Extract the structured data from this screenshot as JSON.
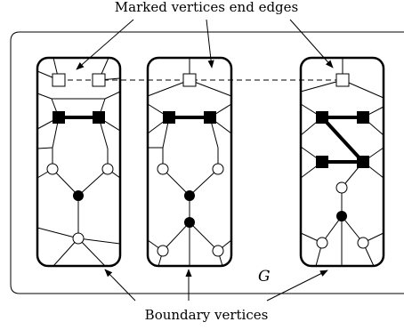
{
  "figure": {
    "top_annotation": "Marked vertices end edges",
    "bottom_annotation": "Boundary vertices",
    "graph_label": "G"
  }
}
